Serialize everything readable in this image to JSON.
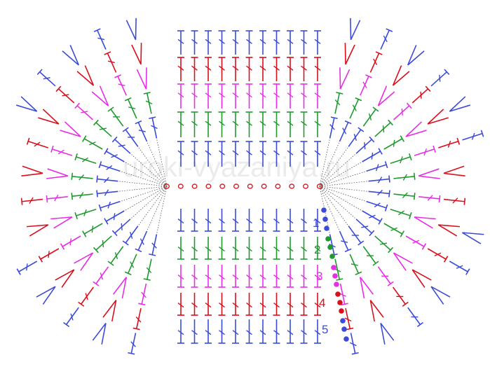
{
  "diagram": {
    "watermark": "uroki-vyazaniya.ru",
    "row_colors": [
      "#3b4bd8",
      "#1f9a2e",
      "#e62ee6",
      "#d90f1c",
      "#3b4bd8"
    ],
    "chain_color": "#d0202a",
    "row_labels": [
      {
        "text": "1",
        "color": "#3b4bd8"
      },
      {
        "text": "2",
        "color": "#1f9a2e"
      },
      {
        "text": "3",
        "color": "#e62ee6"
      },
      {
        "text": "4",
        "color": "#d90f1c"
      },
      {
        "text": "5",
        "color": "#3b4bd8"
      }
    ]
  }
}
